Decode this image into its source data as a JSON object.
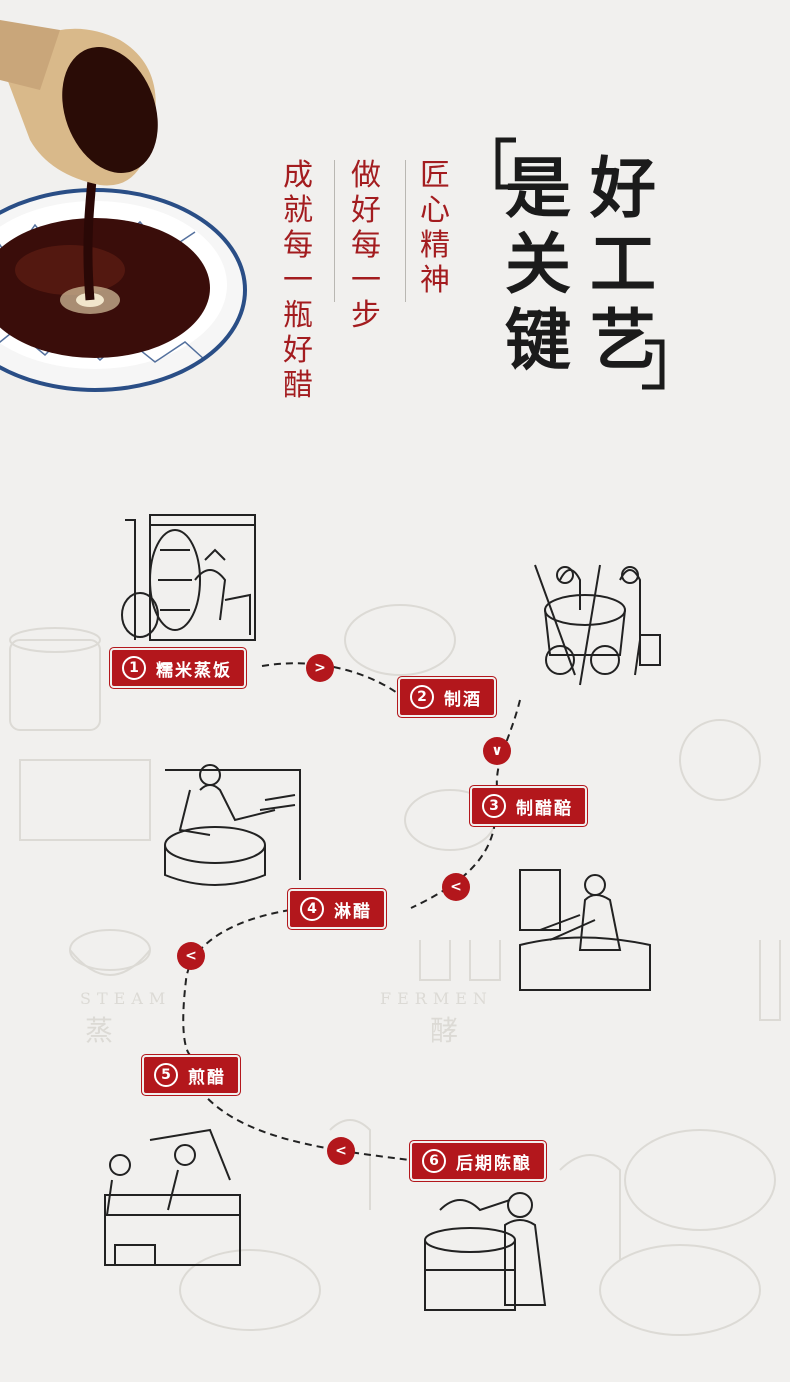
{
  "slogan": {
    "col1": [
      "匠",
      "心",
      "精",
      "神"
    ],
    "col2": [
      "做",
      "好",
      "每",
      "一",
      "步"
    ],
    "col3": [
      "成",
      "就",
      "每",
      "一",
      "瓶",
      "好",
      "醋"
    ]
  },
  "title": {
    "col_right": [
      "好",
      "工",
      "艺"
    ],
    "col_left": [
      "是",
      "关",
      "键"
    ]
  },
  "steps": [
    {
      "num": "1",
      "label": "糯米蒸饭"
    },
    {
      "num": "2",
      "label": "制酒"
    },
    {
      "num": "3",
      "label": "制醋醅"
    },
    {
      "num": "4",
      "label": "淋醋"
    },
    {
      "num": "5",
      "label": "煎醋"
    },
    {
      "num": "6",
      "label": "后期陈酿"
    }
  ],
  "arrows": [
    ">",
    "∨",
    "<",
    "<",
    "<"
  ],
  "colors": {
    "accent": "#b3171c",
    "text_red": "#a31c1f",
    "title": "#1b1b1b",
    "bg": "#f1f0ee"
  },
  "watermark": {
    "left": "STEAM",
    "left_cn": "蒸",
    "right": "FERMEN",
    "right_cn": "酵"
  }
}
